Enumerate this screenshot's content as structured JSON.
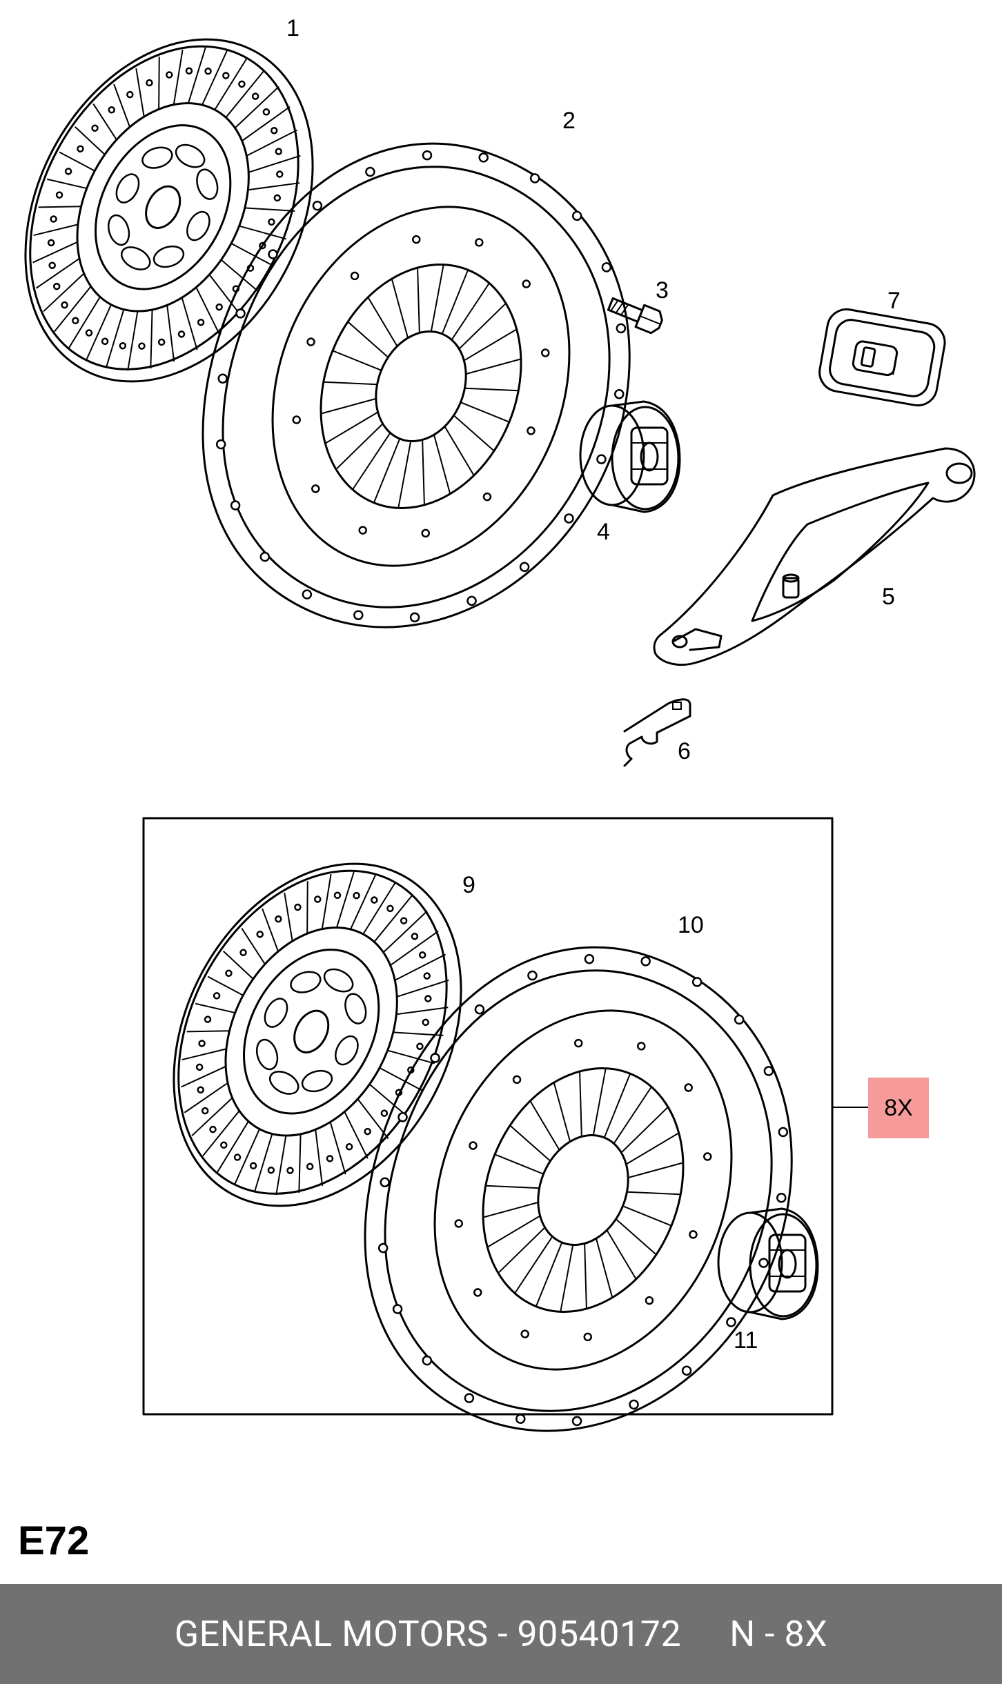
{
  "diagram": {
    "callouts": [
      "1",
      "2",
      "3",
      "4",
      "5",
      "6",
      "7",
      "9",
      "10",
      "11"
    ],
    "kit_badge": "8X",
    "kit_badge_color": "#f79a9a",
    "page_code": "E72"
  },
  "footer": {
    "brand_part": "GENERAL MOTORS - 90540172",
    "quantity": "N - 8X",
    "background": "#717171"
  }
}
